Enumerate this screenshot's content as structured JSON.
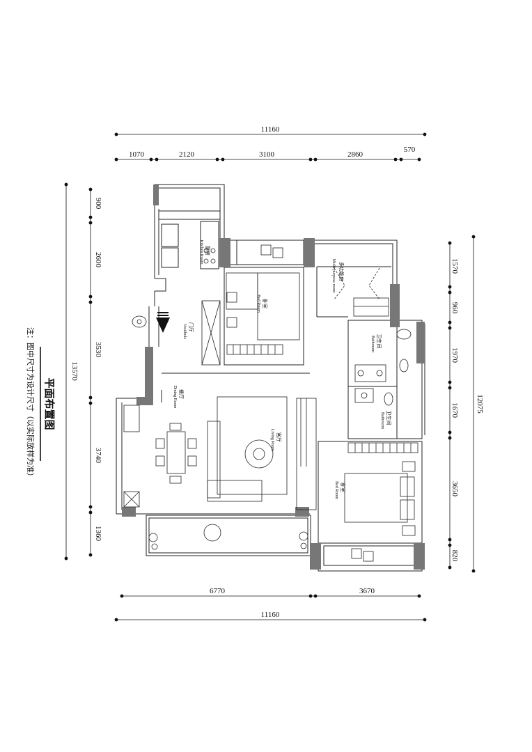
{
  "title": "平面布置图",
  "note": "注：图中尺寸为设计尺寸（以实际放样为准）",
  "top_total": "11160",
  "top_segments": [
    "1070",
    "2120",
    "3100",
    "2860",
    "570"
  ],
  "bottom_segments": [
    "6770",
    "3670"
  ],
  "bottom_total": "11160",
  "left_total": "13570",
  "left_segments": [
    "900",
    "2600",
    "3530",
    "3740",
    "1360"
  ],
  "right_total": "12075",
  "right_segments": [
    "1570",
    "960",
    "1970",
    "1670",
    "3650",
    "820"
  ],
  "rooms": {
    "kitchen": {
      "cn": "厨房",
      "en": "Kitchen Room"
    },
    "bedroom_top": {
      "cn": "卧室",
      "en": "Bed Room"
    },
    "multipurpose": {
      "cn": "多功能房",
      "en": "Multi-purpose room"
    },
    "vestibule": {
      "cn": "门厅",
      "en": "Vestibule"
    },
    "bathroom_top": {
      "cn": "卫生间",
      "en": "Bathroom"
    },
    "bathroom_mid": {
      "cn": "卫生间",
      "en": "Bathroom"
    },
    "dining": {
      "cn": "餐厅",
      "en": "Dining Room"
    },
    "living": {
      "cn": "客厅",
      "en": "Living Room"
    },
    "bedroom_bottom": {
      "cn": "卧室",
      "en": "Bed Room"
    }
  },
  "colors": {
    "wall": "#777777",
    "line": "#222222"
  }
}
